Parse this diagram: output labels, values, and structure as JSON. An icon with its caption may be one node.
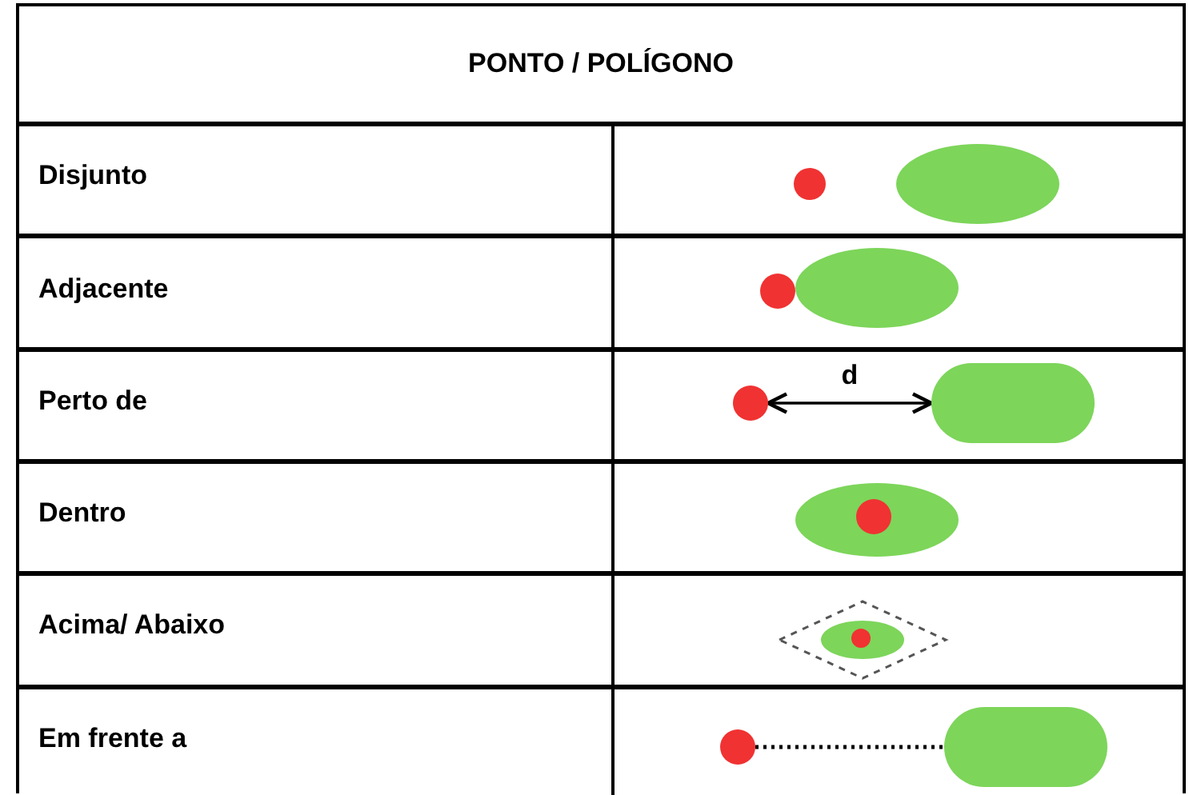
{
  "diagram": {
    "title": "PONTO / POLÍGONO",
    "nodes": [
      {
        "text": [],
        "shape": "circle"
      },
      {
        "text": [],
        "shape": "ellipse"
      },
      {
        "text": [],
        "shape": "circle"
      },
      {
        "text": [],
        "shape": "ellipse"
      }
    ],
    "edges": [
      {
        "from": 0,
        "to": 1,
        "arrow": "both",
        "label": "d"
      },
      {
        "from": 2,
        "to": 3,
        "arrow": "none",
        "style": "dashed"
      }
    ],
    "labels": [
      "Disjunto",
      "Adjacente",
      "Perto de",
      "Dentro",
      "Acima/ Abaixo",
      "Em frente a"
    ]
  }
}
